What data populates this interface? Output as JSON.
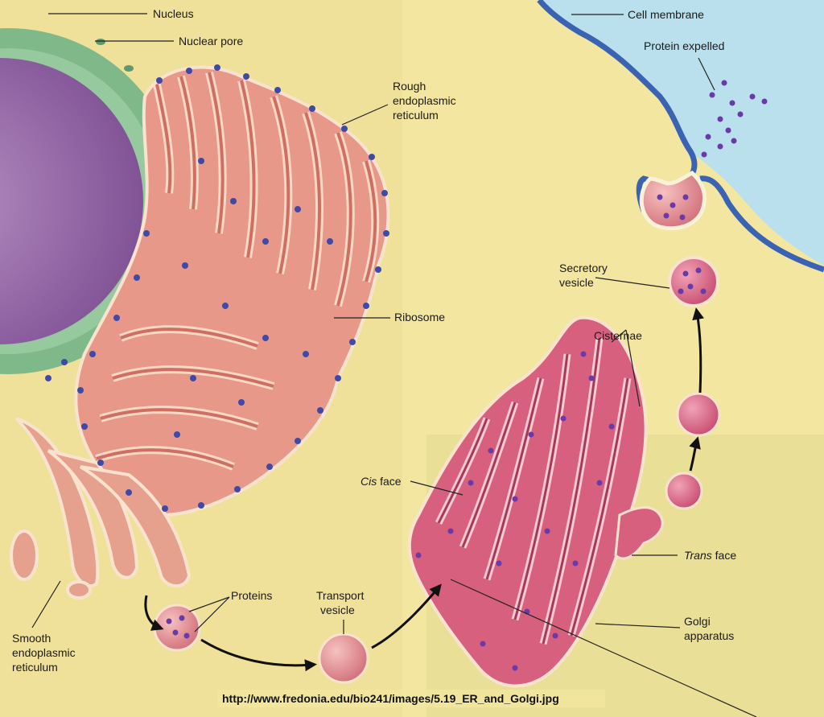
{
  "labels": {
    "nucleus": "Nucleus",
    "nuclear_pore": "Nuclear pore",
    "rough_er_1": "Rough",
    "rough_er_2": "endoplasmic",
    "rough_er_3": "reticulum",
    "ribosome": "Ribosome",
    "smooth_er_1": "Smooth",
    "smooth_er_2": "endoplasmic",
    "smooth_er_3": "reticulum",
    "proteins": "Proteins",
    "transport_1": "Transport",
    "transport_2": "vesicle",
    "cis_italic": "Cis",
    "cis_rest": " face",
    "cisternae": "Cisternae",
    "trans_italic": "Trans",
    "trans_rest": " face",
    "golgi_1": "Golgi",
    "golgi_2": "apparatus",
    "secretory_1": "Secretory",
    "secretory_2": "vesicle",
    "cell_membrane": "Cell membrane",
    "protein_expelled": "Protein expelled"
  },
  "source_url": "http://www.fredonia.edu/bio241/images/5.19_ER_and_Golgi.jpg",
  "colors": {
    "background": "#f2e6a0",
    "extracellular": "#b9e0ec",
    "membrane": "#3b63b3",
    "nucleus": "#9b6aa8",
    "nuclear_envelope": "#7fb98a",
    "rough_er": "#e79888",
    "golgi": "#d8607f",
    "ribosome": "#3e4aa8",
    "protein": "#6a3aa8"
  }
}
